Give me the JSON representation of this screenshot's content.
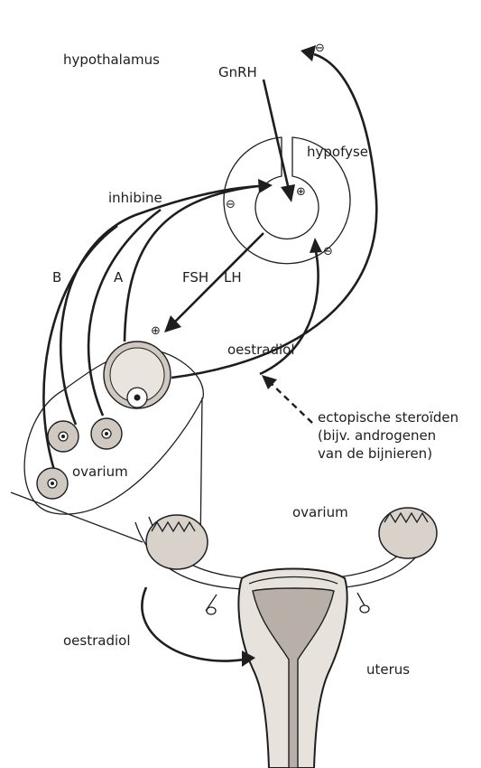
{
  "labels": {
    "hypothalamus": "hypothalamus",
    "gnrh": "GnRH",
    "hypofyse": "hypofyse",
    "inhibine": "inhibine",
    "b": "B",
    "a": "A",
    "fsh": "FSH",
    "lh": "LH",
    "oestradiol_top": "oestradiol",
    "ectopic_line1": "ectopische steroïden",
    "ectopic_line2": "(bijv. androgenen",
    "ectopic_line3": "van de bijnieren)",
    "ovarium_left": "ovarium",
    "ovarium_right": "ovarium",
    "oestradiol_bottom": "oestradiol",
    "uterus": "uterus"
  },
  "signs": {
    "minus": "⊖",
    "plus": "⊕"
  }
}
